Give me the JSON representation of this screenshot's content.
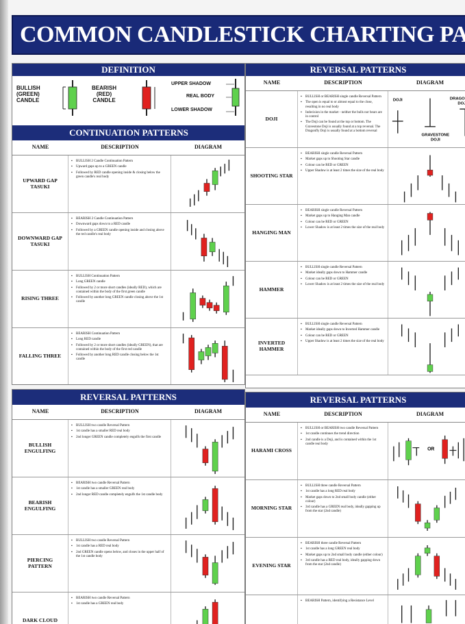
{
  "title": "COMMON CANDLESTICK CHARTING PATTERNS",
  "definition": {
    "header": "DEFINITION",
    "bullish": "BULLISH\n(GREEN)\nCANDLE",
    "bearish": "BEARISH\n(RED)\nCANDLE",
    "upper_shadow": "UPPER SHADOW",
    "real_body": "REAL BODY",
    "lower_shadow": "LOWER SHADOW"
  },
  "columns": {
    "name": "NAME",
    "description": "DESCRIPTION",
    "diagram": "DIAGRAM"
  },
  "continuation": {
    "header": "CONTINUATION PATTERNS",
    "rows": [
      {
        "name": "UPWARD GAP\nTASUKI",
        "desc": [
          "BULLISH 2 Candle Continuation Pattern",
          "Upward gaps up to a GREEN candle",
          "Followed by RED candle opening inside & closing below the green candle's real body"
        ]
      },
      {
        "name": "DOWNWARD GAP\nTASUKI",
        "desc": [
          "BEARISH 2 Candle Continuation Pattern",
          "Downward gaps down to a RED candle",
          "Followed by a GREEN candle opening inside and closing above the red candle's real body"
        ]
      },
      {
        "name": "RISING THREE",
        "desc": [
          "BULLISH Continuation Pattern",
          "Long GREEN candle",
          "Followed by 2 or more short candles (ideally RED), which are contained within the body of the first green candle",
          "Followed by another long GREEN candle closing above the 1st candle"
        ]
      },
      {
        "name": "FALLING THREE",
        "desc": [
          "BEARISH Continuation Pattern",
          "Long RED candle",
          "Followed by 2 or more short candles (ideally GREEN), that are contained within the body of the first red candle",
          "Followed by another long RED candle closing below the 1st candle"
        ]
      }
    ]
  },
  "reversal_left": {
    "header": "REVERSAL PATTERNS",
    "rows": [
      {
        "name": "BULLISH\nENGULFING",
        "desc": [
          "BULLISH two candle Reversal Pattern",
          "1st candle has a smaller RED real body",
          "2nd longer GREEN candle completely engulfs the first candle"
        ]
      },
      {
        "name": "BEARISH\nENGULFING",
        "desc": [
          "BEARISH two candle Reversal Pattern",
          "1st candle has a smaller GREEN real body",
          "2nd longer RED candle completely engulfs the 1st candle body"
        ]
      },
      {
        "name": "PIERCING\nPATTERN",
        "desc": [
          "BULLISH two candle Reversal Pattern",
          "1st candle has a RED real body",
          "2nd GREEN candle opens below, and closes in the upper half of the 1st candle body"
        ]
      },
      {
        "name": "DARK CLOUD",
        "desc": [
          "BEARISH two candle Reversal Pattern",
          "1st candle has a GREEN real body"
        ]
      }
    ]
  },
  "reversal_right_top": {
    "header": "REVERSAL PATTERNS",
    "doji_labels": {
      "doji": "DOJI",
      "dragonfly": "DRAGONFLY\nDOJI",
      "gravestone": "GRAVESTONE\nDOJI"
    },
    "rows": [
      {
        "name": "DOJI",
        "desc": [
          "BULLISH or BEARISH single candle Reversal Pattern",
          "The open is equal to or almost equal to the close, resulting in no real body",
          "Indecision in the market - neither the bulls nor bears are in control",
          "The Doji can be found at the top or bottom. The Gravestone Doji is usually found at a top reversal. The Dragonfly Doji is usually found at a bottom reversal"
        ]
      },
      {
        "name": "SHOOTING STAR",
        "desc": [
          "BEARISH single candle Reversal Pattern",
          "Market gaps up to Shooting Star candle",
          "Colour can be RED or GREEN",
          "Upper Shadow is at least 2 times the size of the real body"
        ]
      },
      {
        "name": "HANGING MAN",
        "desc": [
          "BEARISH single candle Reversal Pattern",
          "Market gaps up to Hanging Man candle",
          "Colour can be RED or GREEN",
          "Lower Shadow is at least 2 times the size of the real body"
        ]
      },
      {
        "name": "HAMMER",
        "desc": [
          "BULLISH single candle Reversal Pattern",
          "Market ideally gaps down to Hammer candle",
          "Colour can be RED or GREEN",
          "Lower Shadow is at least 2 times the size of the real body"
        ]
      },
      {
        "name": "INVERTED\nHAMMER",
        "desc": [
          "BULLISH single candle Reversal Pattern",
          "Market ideally gaps down to Inverted Hammer candle",
          "Colour can be RED or GREEN",
          "Upper Shadow is at least 2 times the size of the real body"
        ]
      }
    ]
  },
  "reversal_right_bottom": {
    "header": "REVERSAL PATTERNS",
    "or_label": "OR",
    "rows": [
      {
        "name": "HARAMI CROSS",
        "desc": [
          "BULLISH or BEARISH two candle Reversal Pattern",
          "1st candle continues the trend direction",
          "2nd candle is a Doji, and is contained within the 1st candle real body"
        ]
      },
      {
        "name": "MORNING STAR",
        "desc": [
          "BULLISH three candle Reversal Pattern",
          "1st candle has a long RED real body",
          "Market gaps down to 2nd small body candle (either colour)",
          "3rd candle has a GREEN real body, ideally gapping up from the star (2nd candle)"
        ]
      },
      {
        "name": "EVENING STAR",
        "desc": [
          "BEARISH three candle Reversal Pattern",
          "1st candle has a long GREEN real body",
          "Market gaps up to 2nd small body candle (either colour)",
          "3rd candle has a RED real body, ideally gapping down from the star (2nd candle)"
        ]
      },
      {
        "name": "",
        "desc": [
          "BEARISH Pattern, identifying a Resistance Level"
        ]
      }
    ]
  },
  "colors": {
    "navy": "#1c2d7a",
    "green": "#5fd14d",
    "red": "#e0211f"
  }
}
